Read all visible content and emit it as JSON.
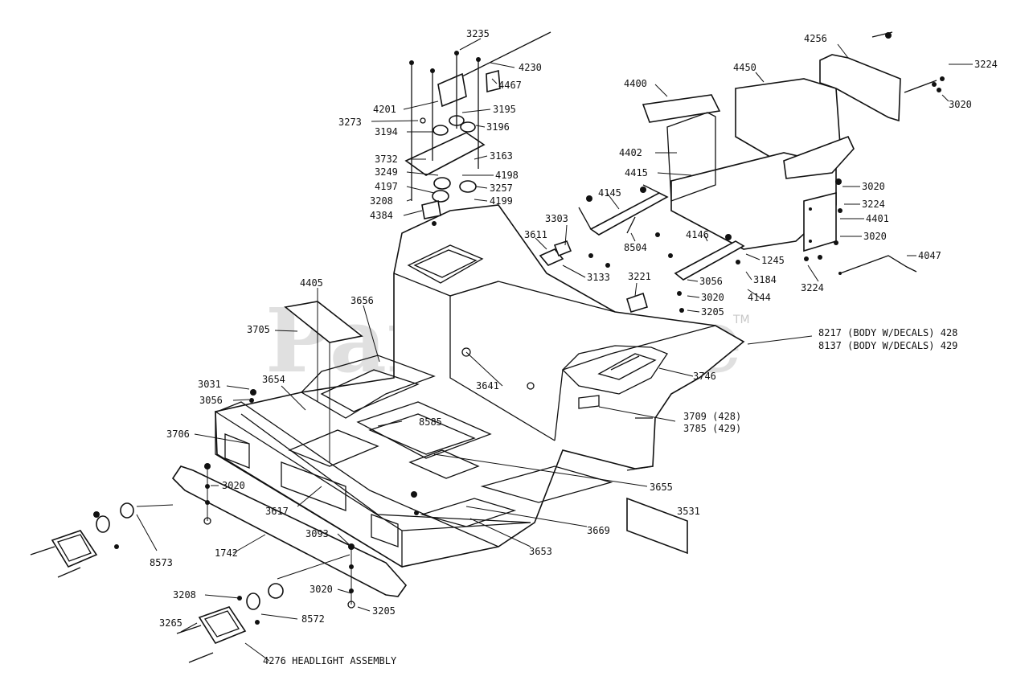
{
  "watermark": {
    "text": "PartsTree",
    "trademark": "TM"
  },
  "labels": {
    "p3235": "3235",
    "p4230": "4230",
    "p4467": "4467",
    "p4201": "4201",
    "p3273": "3273",
    "p3195": "3195",
    "p3194": "3194",
    "p3196": "3196",
    "p3732": "3732",
    "p3163": "3163",
    "p3249": "3249",
    "p4198": "4198",
    "p4197": "4197",
    "p3257": "3257",
    "p3208a": "3208",
    "p4199": "4199",
    "p4384": "4384",
    "p4256": "4256",
    "p3224a": "3224",
    "p3020a": "3020",
    "p4450": "4450",
    "p4400": "4400",
    "p4402": "4402",
    "p4415": "4415",
    "p3020b": "3020",
    "p3224b": "3224",
    "p4401": "4401",
    "p3020c": "3020",
    "p4047": "4047",
    "p3224c": "3224",
    "p4145": "4145",
    "p3303": "3303",
    "p3611": "3611",
    "p8504": "8504",
    "p4146": "4146",
    "p1245": "1245",
    "p3133": "3133",
    "p3221": "3221",
    "p3056a": "3056",
    "p3184": "3184",
    "p3020d": "3020",
    "p4144": "4144",
    "p3205a": "3205",
    "p4405": "4405",
    "p3656": "3656",
    "p3705": "3705",
    "p8217": "8217 (BODY W/DECALS) 428",
    "p8137": "8137 (BODY W/DECALS) 429",
    "p3746": "3746",
    "p3641": "3641",
    "p3031": "3031",
    "p3654": "3654",
    "p3056b": "3056",
    "p3709": "3709 (428)",
    "p3785": "3785 (429)",
    "p8585": "8585",
    "p3706": "3706",
    "p3020e": "3020",
    "p3655": "3655",
    "p3617": "3617",
    "p3531": "3531",
    "p3669": "3669",
    "p8573": "8573",
    "p1742": "1742",
    "p3093": "3093",
    "p3653": "3653",
    "p3208b": "3208",
    "p3020f": "3020",
    "p3205b": "3205",
    "p8572": "8572",
    "p3265": "3265",
    "p4276": "4276 HEADLIGHT ASSEMBLY"
  }
}
